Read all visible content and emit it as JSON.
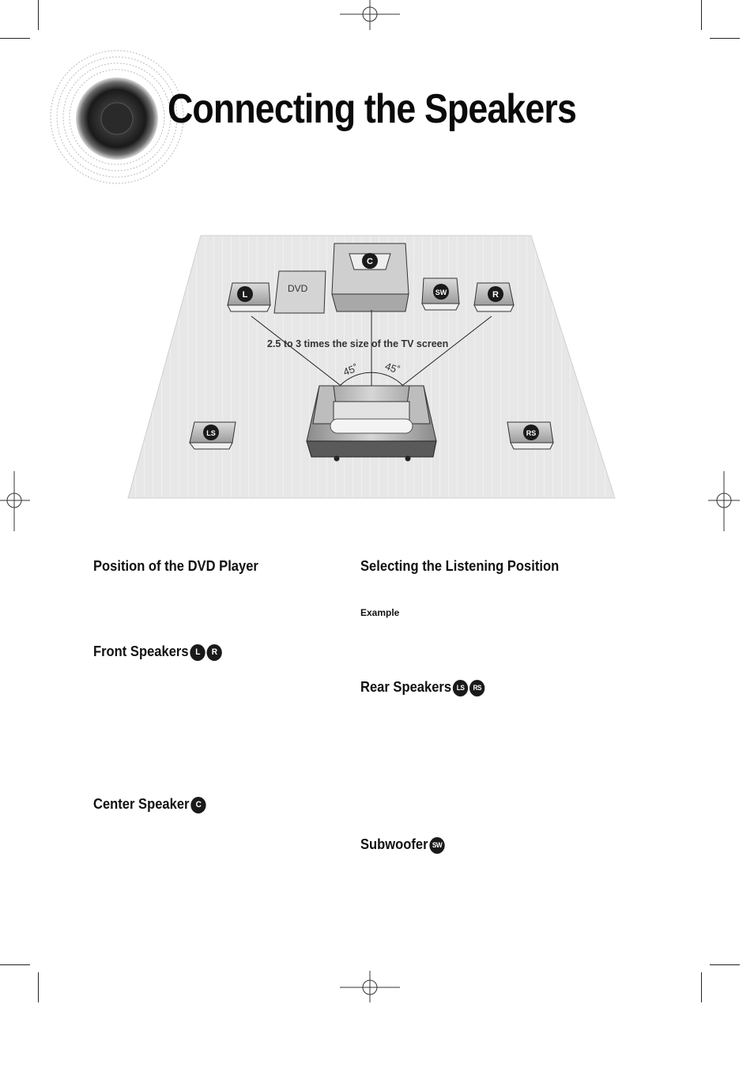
{
  "page": {
    "title": "Connecting the Speakers"
  },
  "diagram": {
    "dvd_label": "DVD",
    "distance_label": "2.5 to 3 times the size of the TV screen",
    "angle_left": "45˚",
    "angle_right": "45˚",
    "speakers": {
      "center": "C",
      "left": "L",
      "right": "R",
      "subwoofer": "SW",
      "left_surround": "LS",
      "right_surround": "RS"
    }
  },
  "left_column": {
    "position_heading": "Position of the DVD Player",
    "front_heading": "Front Speakers",
    "front_badges": [
      "L",
      "R"
    ],
    "center_heading": "Center Speaker",
    "center_badge": "C"
  },
  "right_column": {
    "listening_heading": "Selecting the Listening Position",
    "example_label": "Example",
    "rear_heading": "Rear Speakers",
    "rear_badges": [
      "LS",
      "RS"
    ],
    "subwoofer_heading": "Subwoofer",
    "subwoofer_badge": "SW"
  }
}
